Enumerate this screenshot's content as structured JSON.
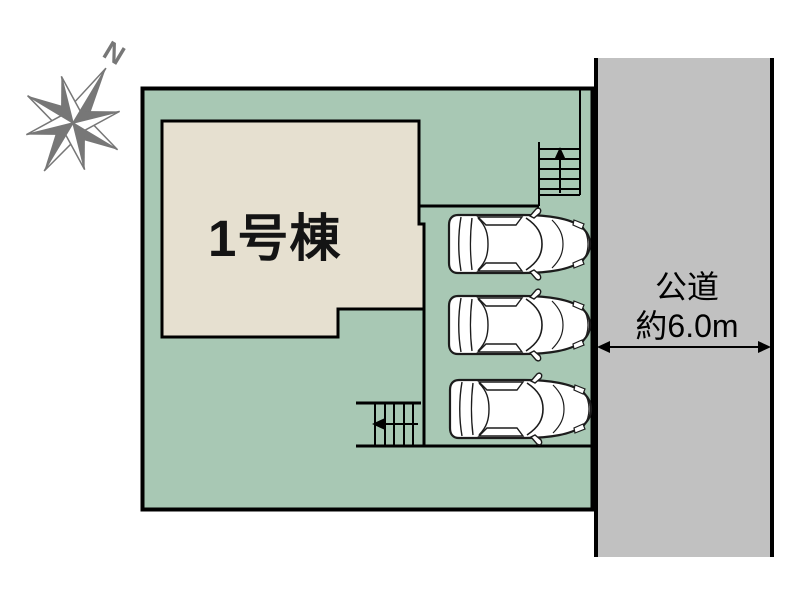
{
  "site_plan": {
    "building": {
      "label": "1号棟"
    },
    "road": {
      "label_line1": "公道",
      "label_line2": "約6.0m",
      "width_note": "約6.0m"
    },
    "compass": {
      "north_label": "N"
    },
    "parking": {
      "car_count": 3
    },
    "stairs": {
      "upper_arrow_direction": "up",
      "lower_arrow_direction": "left"
    },
    "colors": {
      "lot_fill": "#a8c8b4",
      "building_fill": "#e6e0d0",
      "road_fill": "#c1c1c1",
      "outline": "#000000",
      "compass_gray": "#777777",
      "car_fill": "#ffffff"
    }
  }
}
